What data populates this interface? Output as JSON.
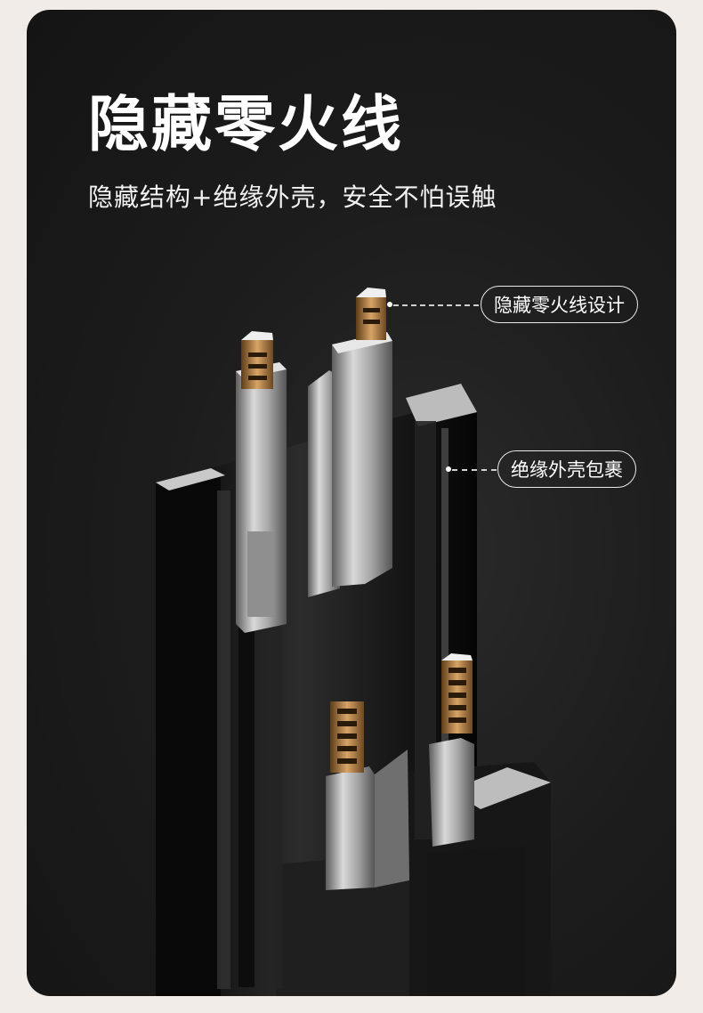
{
  "headline": {
    "title": "隐藏零火线",
    "subtitle": "隐藏结构+绝缘外壳，安全不怕误触"
  },
  "callouts": [
    {
      "label": "隐藏零火线设计"
    },
    {
      "label": "绝缘外壳包裹"
    }
  ],
  "colors": {
    "background": "#1d1d1d",
    "page": "#f1ece8",
    "aluminum": "#b9b9b9",
    "copper": "#b8894f",
    "profile": "#111111"
  }
}
